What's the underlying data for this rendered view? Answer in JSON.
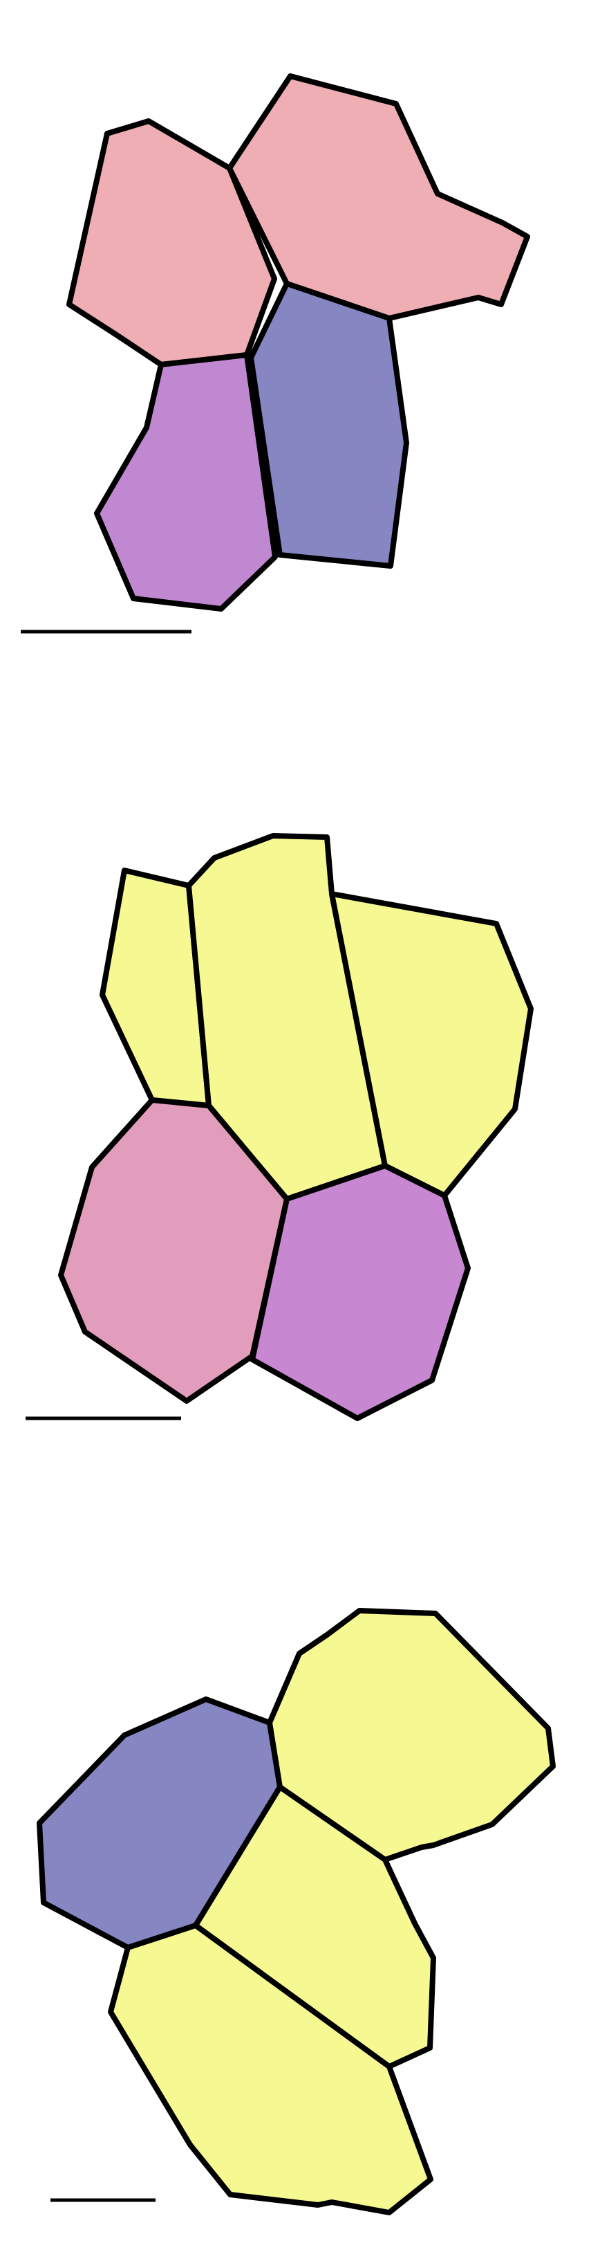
{
  "colors": {
    "pink": "#eeaeb3",
    "blue_violet": "#8586c2",
    "orchid": "#c188d2",
    "yellow": "#f6f991",
    "rose": "#e39dbc",
    "purple": "#c787d1",
    "outline": "#000000",
    "background": "#ffffff"
  },
  "panels": [
    {
      "cells": [
        {
          "name": "cell-pink-left",
          "color": "pink"
        },
        {
          "name": "cell-pink-right",
          "color": "pink"
        },
        {
          "name": "cell-blue",
          "color": "blue_violet"
        },
        {
          "name": "cell-orchid",
          "color": "orchid"
        }
      ]
    },
    {
      "cells": [
        {
          "name": "cell-yellow-left",
          "color": "yellow"
        },
        {
          "name": "cell-yellow-center",
          "color": "yellow"
        },
        {
          "name": "cell-yellow-right",
          "color": "yellow"
        },
        {
          "name": "cell-rose",
          "color": "rose"
        },
        {
          "name": "cell-purple",
          "color": "purple"
        }
      ]
    },
    {
      "cells": [
        {
          "name": "cell-blue",
          "color": "blue_violet"
        },
        {
          "name": "cell-yellow-top",
          "color": "yellow"
        },
        {
          "name": "cell-yellow-middle",
          "color": "yellow"
        },
        {
          "name": "cell-yellow-bottom",
          "color": "yellow"
        }
      ]
    }
  ]
}
